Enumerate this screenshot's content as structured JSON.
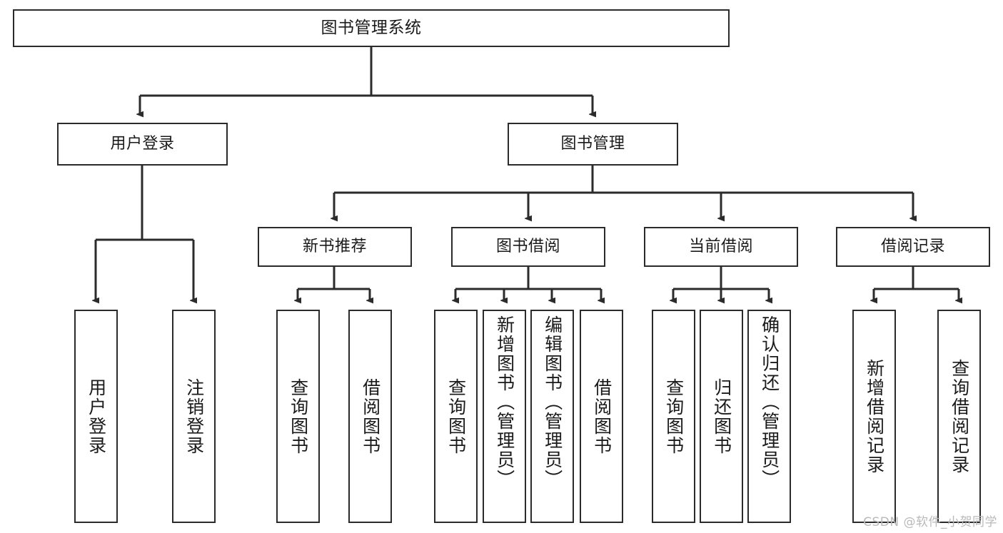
{
  "diagram": {
    "title": "图书管理系统",
    "watermark": "CSDN @软件_小贺同学",
    "accent_color": "#2b2b2b",
    "background_color": "#ffffff",
    "nodes": {
      "root": {
        "label": "图书管理系统"
      },
      "level1": [
        {
          "label": "用户登录"
        },
        {
          "label": "图书管理"
        }
      ],
      "level2": [
        {
          "label": "新书推荐"
        },
        {
          "label": "图书借阅"
        },
        {
          "label": "当前借阅"
        },
        {
          "label": "借阅记录"
        }
      ],
      "leaves": {
        "user_login": [
          {
            "label": "用户登录"
          },
          {
            "label": "注销登录"
          }
        ],
        "new_book_recommend": [
          {
            "label": "查询图书"
          },
          {
            "label": "借阅图书"
          }
        ],
        "book_borrow": [
          {
            "label": "查询图书"
          },
          {
            "label": "新增图书（管理员）"
          },
          {
            "label": "编辑图书（管理员）"
          },
          {
            "label": "借阅图书"
          }
        ],
        "current_borrow": [
          {
            "label": "查询图书"
          },
          {
            "label": "归还图书"
          },
          {
            "label": "确认归还（管理员）"
          }
        ],
        "borrow_record": [
          {
            "label": "新增借阅记录"
          },
          {
            "label": "查询借阅记录"
          }
        ]
      }
    }
  }
}
